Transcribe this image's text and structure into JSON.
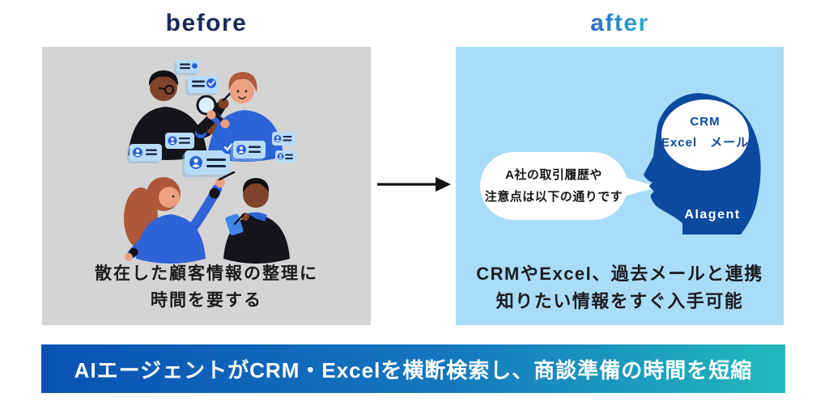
{
  "titles": {
    "before": "before",
    "after": "after"
  },
  "before_panel": {
    "bg": "#d4d4d4",
    "caption_line1": "散在した顧客情報の整理に",
    "caption_line2": "時間を要する"
  },
  "after_panel": {
    "bg": "#a8dcf8",
    "speech": {
      "line1": "A社の取引履歴や",
      "line2": "注意点は以下の通りです"
    },
    "brain": {
      "line1": "CRM",
      "line2": "Excel　メール"
    },
    "head_label": "AIagent",
    "head_color": "#0b4a9e",
    "caption_line1": "CRMやExcel、過去メールと連携",
    "caption_line2": "知りたい情報をすぐ入手可能"
  },
  "banner": {
    "text": "AIエージェントがCRM・Excelを横断検索し、商談準備の時間を短縮",
    "gradient_start": "#0b51b5",
    "gradient_end": "#22b9bd",
    "text_color": "#ffffff"
  },
  "colors": {
    "before_title": "#1b2a55",
    "after_gradient_start": "#2a5fc4",
    "after_gradient_end": "#2ab9cf",
    "arrow": "#111111"
  }
}
